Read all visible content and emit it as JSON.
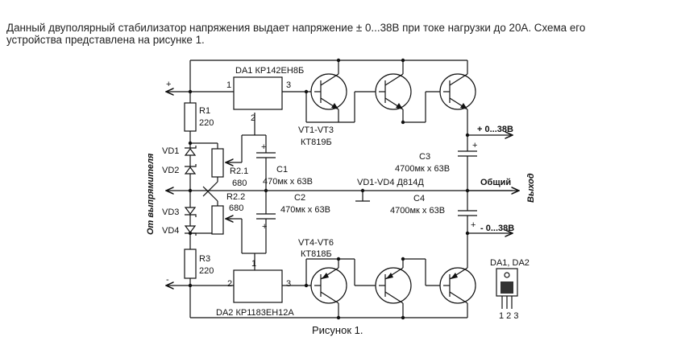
{
  "intro": {
    "line1": "Данный двуполярный стабилизатор напряжения выдает напряжение ± 0...38В при токе нагрузки до 20А. Схема его",
    "line2": "устройства представлена на рисунке 1."
  },
  "schematic": {
    "da1": "DA1 КР142ЕН8Б",
    "da2": "DA2 КР1183ЕН12А",
    "pin_1": "1",
    "pin_2": "2",
    "pin_3": "3",
    "plus_sign": "+",
    "minus_sign": "-",
    "r1": "R1",
    "r1_val": "220",
    "r3": "R3",
    "r3_val": "220",
    "vd1": "VD1",
    "vd2": "VD2",
    "vd3": "VD3",
    "vd4": "VD4",
    "r21": "R2.1",
    "r21_val": "680",
    "r22": "R2.2",
    "r22_val": "680",
    "c1": "C1",
    "c1_val": "470мк х 63В",
    "c2": "C2",
    "c2_val": "470мк х 63В",
    "c3": "C3",
    "c3_val": "4700мк х 63В",
    "c4": "C4",
    "c4_val": "4700мк х 63В",
    "vt13": "VT1-VT3",
    "vt13_type": "КТ819Б",
    "vt46": "VT4-VT6",
    "vt46_type": "КТ818Б",
    "vd14": "VD1-VD4 Д814Д",
    "out_plus": "+ 0...38В",
    "out_minus": "- 0...38В",
    "common": "Общий",
    "output": "Выход",
    "from_rectifier": "От выпрямителя",
    "pkg_label": "DA1, DA2",
    "pkg_pins": "1 2 3",
    "caption": "Рисунок 1."
  }
}
